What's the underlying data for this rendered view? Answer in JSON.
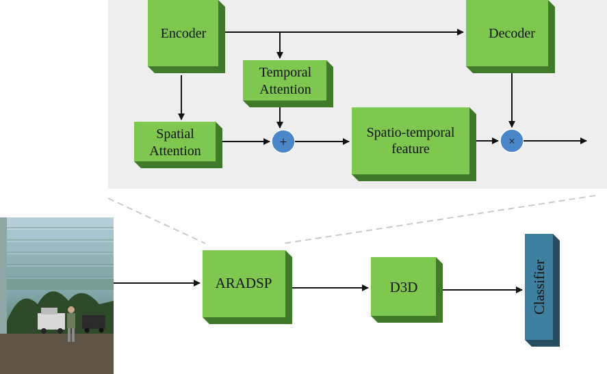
{
  "detail": {
    "encoder": "Encoder",
    "decoder": "Decoder",
    "temporal_attention": [
      "Temporal",
      "Attention"
    ],
    "spatial_attention": [
      "Spatial",
      "Attention"
    ],
    "spatiotemporal_feature": [
      "Spatio-temporal",
      "feature"
    ],
    "add_op": "+",
    "mul_op": "×"
  },
  "pipeline": {
    "aradsp": "ARADSP",
    "d3d": "D3D",
    "classifier": "Classifier"
  },
  "colors": {
    "green_face": "#7ec850",
    "green_side": "#3f7a2a",
    "green_top": "#5fa33c",
    "blue_face": "#3f7f9f",
    "blue_side": "#264c60",
    "op_circle": "#4a86c8",
    "panel_bg": "#eeeeee"
  }
}
